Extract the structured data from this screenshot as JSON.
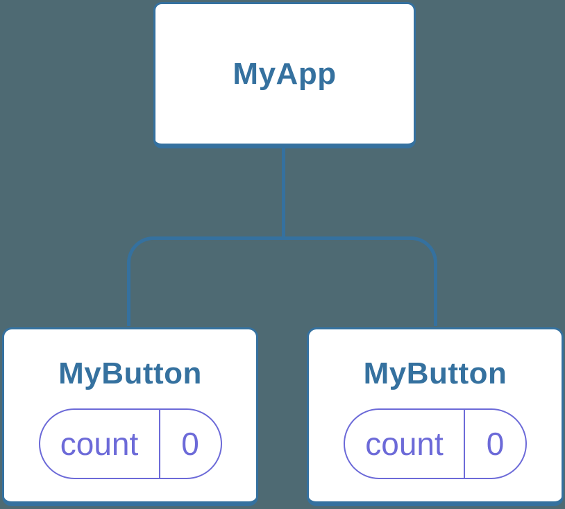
{
  "diagram": {
    "type": "component-tree",
    "colors": {
      "background": "#4e6a73",
      "node_fill": "#ffffff",
      "tree_blue": "#35719f",
      "state_purple": "#6c6ad8"
    },
    "root": {
      "label": "MyApp"
    },
    "children": [
      {
        "label": "MyButton",
        "state": {
          "key": "count",
          "value": "0"
        }
      },
      {
        "label": "MyButton",
        "state": {
          "key": "count",
          "value": "0"
        }
      }
    ]
  }
}
